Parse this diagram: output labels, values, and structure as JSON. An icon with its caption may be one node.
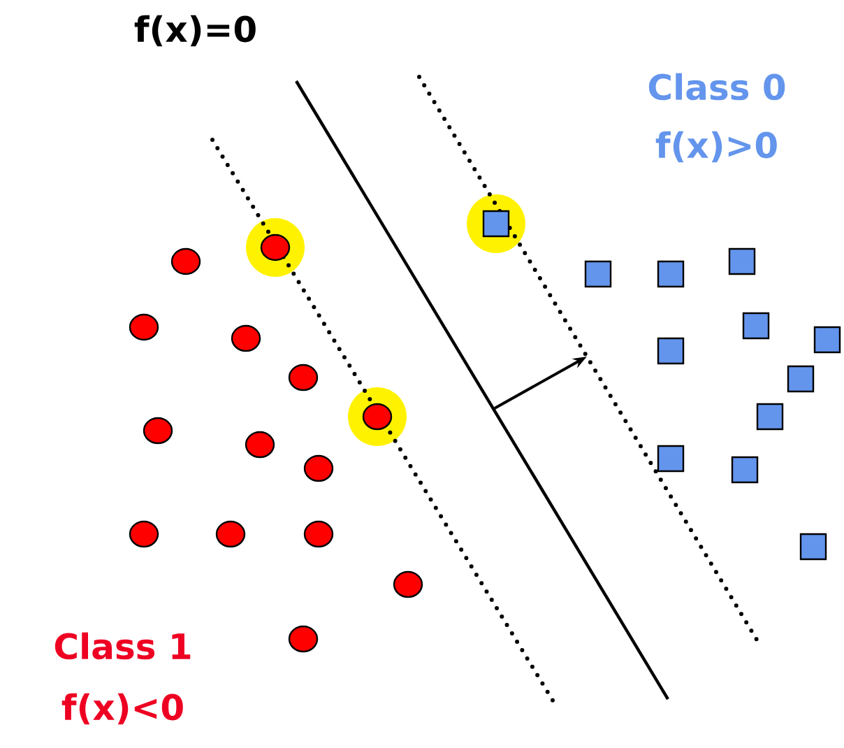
{
  "diagram": {
    "labels": [
      "f(x)=0",
      "Class 0",
      "f(x)>0",
      "Class 1",
      "f(x)<0"
    ]
  }
}
